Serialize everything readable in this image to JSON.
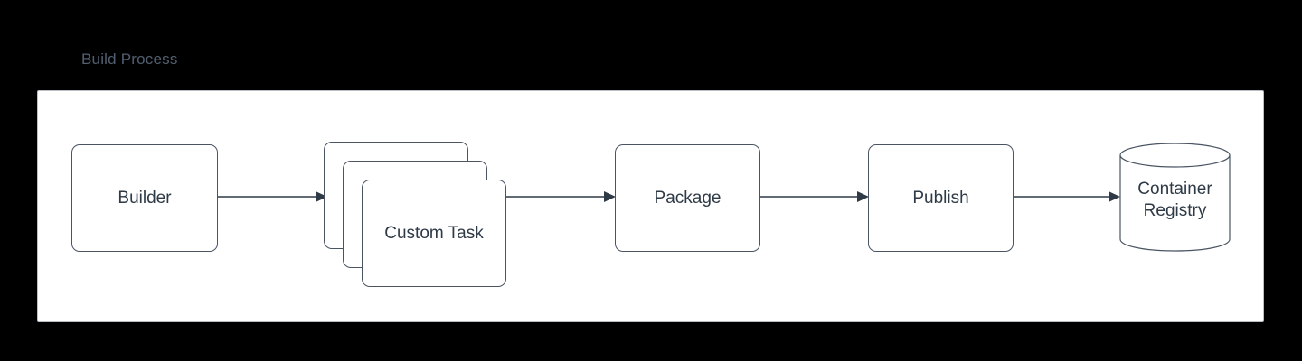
{
  "diagram": {
    "type": "flowchart",
    "orientation": "left-to-right",
    "group": {
      "title": "Build Process"
    },
    "nodes": [
      {
        "id": "builder",
        "label": "Builder",
        "shape": "rounded-rectangle"
      },
      {
        "id": "custom-task",
        "label": "Custom Task",
        "shape": "stacked-rounded-rectangle",
        "stack_count": 3
      },
      {
        "id": "package",
        "label": "Package",
        "shape": "rounded-rectangle"
      },
      {
        "id": "publish",
        "label": "Publish",
        "shape": "rounded-rectangle"
      },
      {
        "id": "container-registry",
        "label_line1": "Container",
        "label_line2": "Registry",
        "shape": "cylinder"
      }
    ],
    "edges": [
      {
        "from": "builder",
        "to": "custom-task",
        "arrow": "solid-triangle"
      },
      {
        "from": "custom-task",
        "to": "package",
        "arrow": "solid-triangle"
      },
      {
        "from": "package",
        "to": "publish",
        "arrow": "solid-triangle"
      },
      {
        "from": "publish",
        "to": "container-registry",
        "arrow": "solid-triangle"
      }
    ],
    "colors": {
      "background": "#000000",
      "panel_fill": "#ffffff",
      "panel_stroke": "#b9bfc7",
      "node_stroke": "#4a5462",
      "node_fill": "#ffffff",
      "text": "#2f3a47",
      "title_text": "#525f70",
      "edge_stroke": "#2f3a47"
    }
  }
}
